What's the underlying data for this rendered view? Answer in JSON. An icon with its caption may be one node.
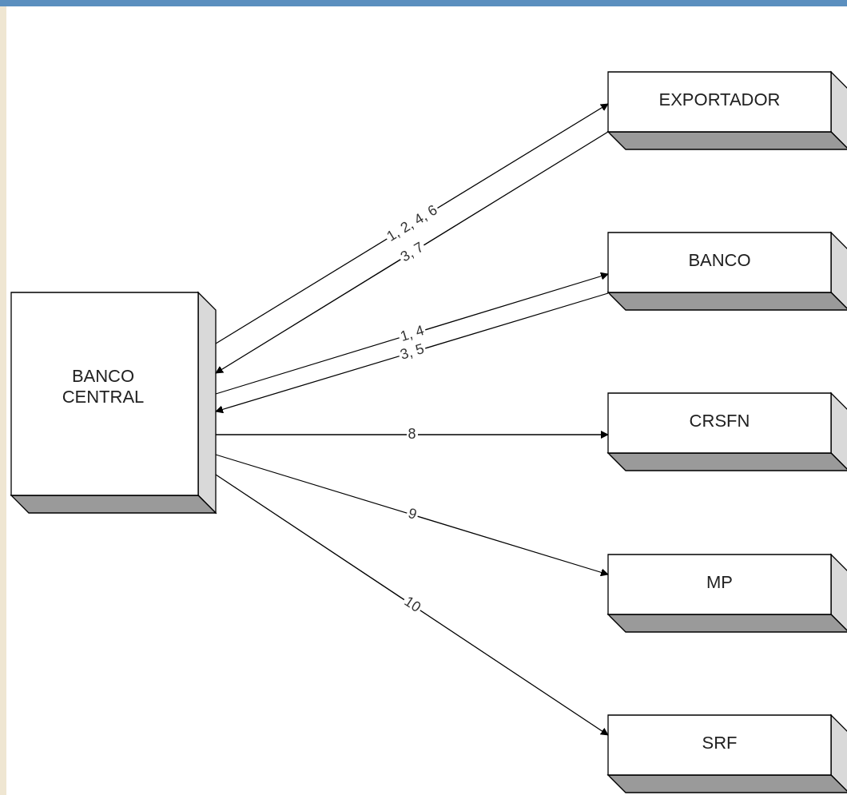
{
  "diagram": {
    "nodes": [
      {
        "text": [
          "BANCO CENTRAL"
        ]
      },
      {
        "text": [
          "EXPORTADOR"
        ]
      },
      {
        "text": [
          "BANCO"
        ]
      },
      {
        "text": [
          "CRSFN"
        ]
      },
      {
        "text": [
          "MP"
        ]
      },
      {
        "text": [
          "SRF"
        ]
      }
    ],
    "edges": [
      {
        "from": 0,
        "to": 1,
        "arrow": "to",
        "label": "1, 2, 4, 6"
      },
      {
        "from": 1,
        "to": 0,
        "arrow": "to",
        "label": "3, 7"
      },
      {
        "from": 0,
        "to": 2,
        "arrow": "to",
        "label": "1, 4"
      },
      {
        "from": 2,
        "to": 0,
        "arrow": "to",
        "label": "3, 5"
      },
      {
        "from": 0,
        "to": 3,
        "arrow": "to",
        "label": "8"
      },
      {
        "from": 0,
        "to": 4,
        "arrow": "to",
        "label": "9"
      },
      {
        "from": 0,
        "to": 5,
        "arrow": "to",
        "label": "10"
      }
    ]
  }
}
